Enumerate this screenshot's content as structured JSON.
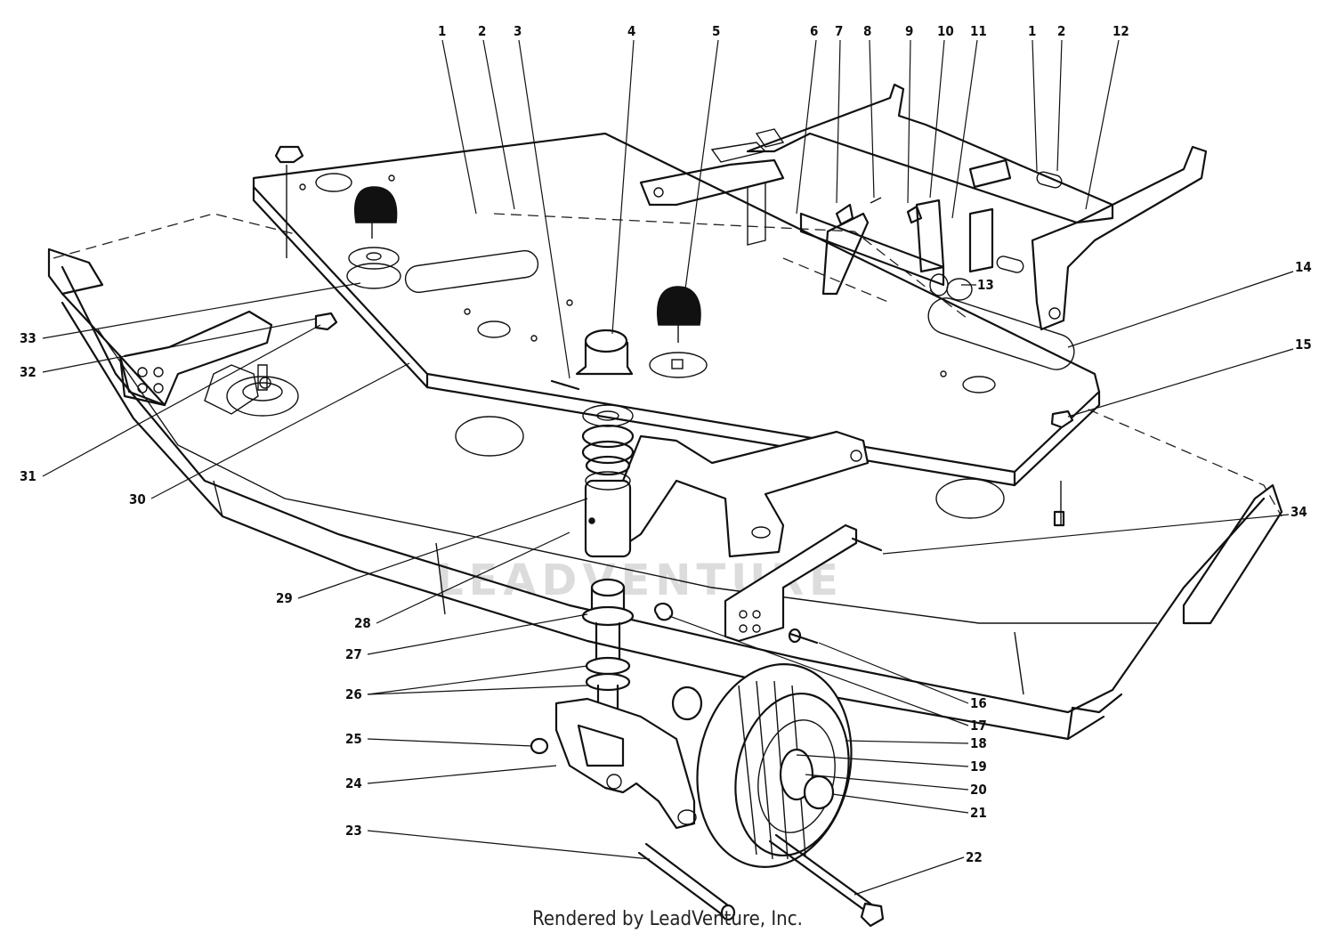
{
  "watermark": "LEADVENTURE",
  "credit": "Rendered by LeadVenture, Inc.",
  "callouts": [
    {
      "id": "c1a",
      "text": "1"
    },
    {
      "id": "c2a",
      "text": "2"
    },
    {
      "id": "c3",
      "text": "3"
    },
    {
      "id": "c4",
      "text": "4"
    },
    {
      "id": "c5",
      "text": "5"
    },
    {
      "id": "c6",
      "text": "6"
    },
    {
      "id": "c7",
      "text": "7"
    },
    {
      "id": "c8",
      "text": "8"
    },
    {
      "id": "c9",
      "text": "9"
    },
    {
      "id": "c10",
      "text": "10"
    },
    {
      "id": "c11",
      "text": "11"
    },
    {
      "id": "c1b",
      "text": "1"
    },
    {
      "id": "c2b",
      "text": "2"
    },
    {
      "id": "c12",
      "text": "12"
    },
    {
      "id": "c13",
      "text": "13"
    },
    {
      "id": "c14",
      "text": "14"
    },
    {
      "id": "c15",
      "text": "15"
    },
    {
      "id": "c34",
      "text": "34"
    },
    {
      "id": "c33",
      "text": "33"
    },
    {
      "id": "c32",
      "text": "32"
    },
    {
      "id": "c31",
      "text": "31"
    },
    {
      "id": "c30",
      "text": "30"
    },
    {
      "id": "c29",
      "text": "29"
    },
    {
      "id": "c28",
      "text": "28"
    },
    {
      "id": "c27",
      "text": "27"
    },
    {
      "id": "c26",
      "text": "26"
    },
    {
      "id": "c25",
      "text": "25"
    },
    {
      "id": "c24",
      "text": "24"
    },
    {
      "id": "c23",
      "text": "23"
    },
    {
      "id": "c22",
      "text": "22"
    },
    {
      "id": "c16",
      "text": "16"
    },
    {
      "id": "c17",
      "text": "17"
    },
    {
      "id": "c18",
      "text": "18"
    },
    {
      "id": "c19",
      "text": "19"
    },
    {
      "id": "c20",
      "text": "20"
    },
    {
      "id": "c21",
      "text": "21"
    }
  ]
}
